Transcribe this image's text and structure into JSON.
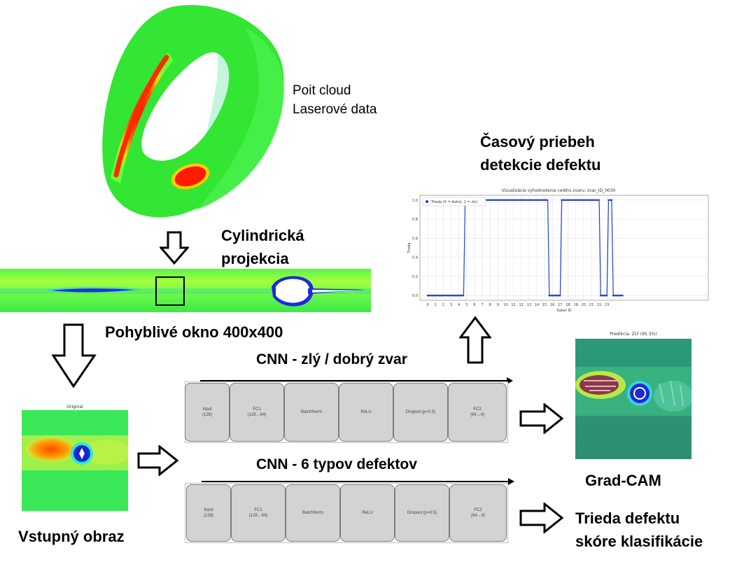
{
  "labels": {
    "point_cloud_1": "Poit cloud",
    "point_cloud_2": "Laserové data",
    "cyl_proj_1": "Cylindrická",
    "cyl_proj_2": "projekcia",
    "moving_window": "Pohyblivé okno 400x400",
    "time_course_1": "Časový priebeh",
    "time_course_2": "detekcie defektu",
    "cnn_binary": "CNN - zlý / dobrý zvar",
    "cnn_multi": "CNN - 6 typov defektov",
    "input_image": "Vstupný obraz",
    "grad_cam": "Grad-CAM",
    "defect_class_1": "Trieda defektu",
    "defect_class_2": "skóre klasifikácie"
  },
  "input_panel": {
    "title": "Original"
  },
  "gradcam_panel": {
    "title": "Predikcia: ZLÝ (95.3%)"
  },
  "cnn_binary_blocks": [
    {
      "line1": "Input",
      "line2": "(128)"
    },
    {
      "line1": "FC1",
      "line2": "(128→64)"
    },
    {
      "line1": "BatchNorm",
      "line2": ""
    },
    {
      "line1": "ReLU",
      "line2": ""
    },
    {
      "line1": "Dropout (p=0.5)",
      "line2": ""
    },
    {
      "line1": "FC2",
      "line2": "(64→4)"
    }
  ],
  "cnn_multi_blocks": [
    {
      "line1": "Input",
      "line2": "(128)"
    },
    {
      "line1": "FC1",
      "line2": "(128→64)"
    },
    {
      "line1": "BatchNorm",
      "line2": ""
    },
    {
      "line1": "ReLU",
      "line2": ""
    },
    {
      "line1": "Dropout (p=0.5)",
      "line2": ""
    },
    {
      "line1": "FC2",
      "line2": "(64→4)"
    }
  ],
  "chart_data": {
    "type": "line",
    "title": "Vizualizácia vyhodnotenia celého zvaru: zvar_ID_0030",
    "xlabel": "Súbor ID",
    "ylabel": "Trieda",
    "legend": "Trieda (0 = dobrý, 1 = zlý)",
    "legend_position": "top-left",
    "grid": true,
    "xlim": [
      -1,
      36
    ],
    "ylim": [
      -0.05,
      1.05
    ],
    "xticks": [
      0,
      1,
      2,
      3,
      4,
      5,
      6,
      7,
      8,
      9,
      10,
      11,
      12,
      13,
      14,
      15,
      16,
      17,
      18,
      19,
      20,
      21,
      22,
      23
    ],
    "yticks": [
      "0.0",
      "0.2",
      "0.4",
      "0.6",
      "0.8",
      "1.0"
    ],
    "series": [
      {
        "name": "Trieda (0 = dobrý, 1 = zlý)",
        "color": "#1f3fd9",
        "x": [
          0,
          4.6,
          4.8,
          15.4,
          15.6,
          17.0,
          17.2,
          22.0,
          22.2,
          23.0,
          23.2,
          23.6,
          23.8,
          25
        ],
        "y": [
          0,
          0,
          1,
          1,
          0,
          0,
          1,
          1,
          0,
          0,
          1,
          1,
          0,
          0
        ]
      }
    ]
  }
}
